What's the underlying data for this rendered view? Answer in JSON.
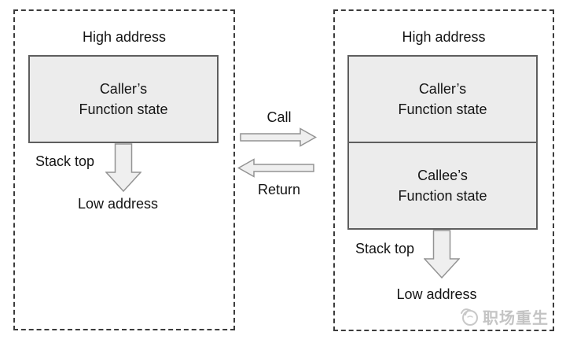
{
  "left_panel": {
    "high_address": "High address",
    "caller_line1": "Caller’s",
    "caller_line2": "Function state",
    "stack_top": "Stack top",
    "low_address": "Low address"
  },
  "middle": {
    "call": "Call",
    "return": "Return"
  },
  "right_panel": {
    "high_address": "High address",
    "caller_line1": "Caller’s",
    "caller_line2": "Function state",
    "callee_line1": "Callee’s",
    "callee_line2": "Function state",
    "stack_top": "Stack top",
    "low_address": "Low address"
  },
  "watermark": {
    "text": "职场重生"
  },
  "colors": {
    "background": "#ffffff",
    "dashed_border": "#3c3c3c",
    "box_fill": "#ececec",
    "box_border": "#5e5e5e",
    "arrow_fill": "#efefef",
    "arrow_outline": "#939393",
    "text": "#141414",
    "watermark": "#c4c4c4"
  }
}
